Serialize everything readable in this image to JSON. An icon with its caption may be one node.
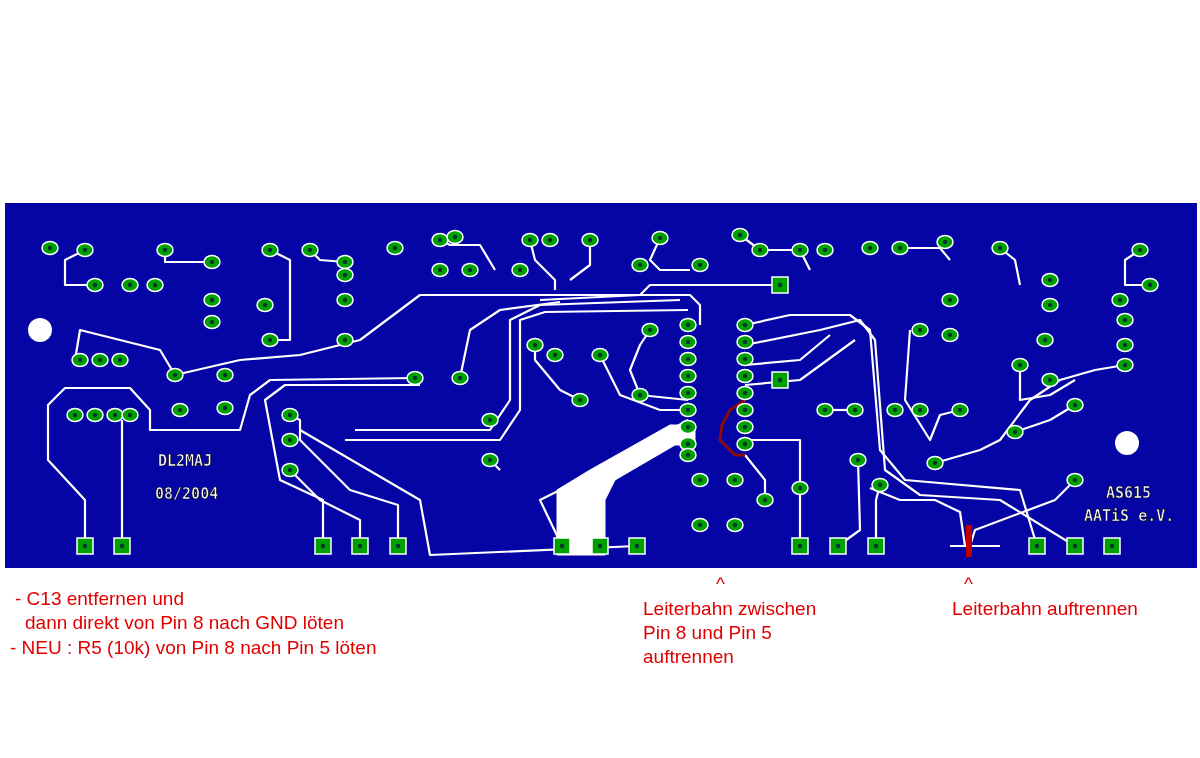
{
  "diagram": {
    "labels": [
      "DL2MAJ",
      "08/2004",
      "AS615",
      "AATiS e.V.",
      "- C13 entfernen und",
      "dann direkt von Pin 8 nach GND löten",
      "- NEU : R5 (10k) von Pin 8 nach Pin 5 löten",
      "^",
      "Leiterbahn zwischen Pin 8 und Pin 5 auftrennen",
      "^",
      "Leiterbahn auftrennen"
    ]
  }
}
